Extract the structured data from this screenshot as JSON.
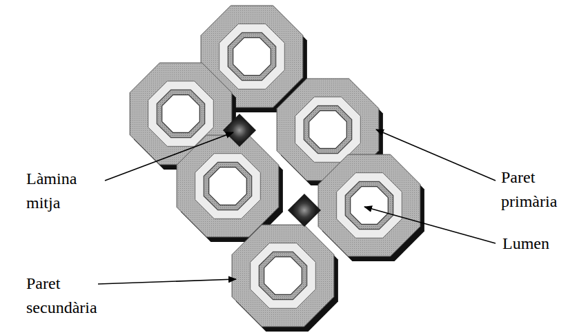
{
  "diagram": {
    "labels": [
      "Làmina mitja",
      "Paret primària",
      "Lumen",
      "Paret secundària"
    ]
  }
}
